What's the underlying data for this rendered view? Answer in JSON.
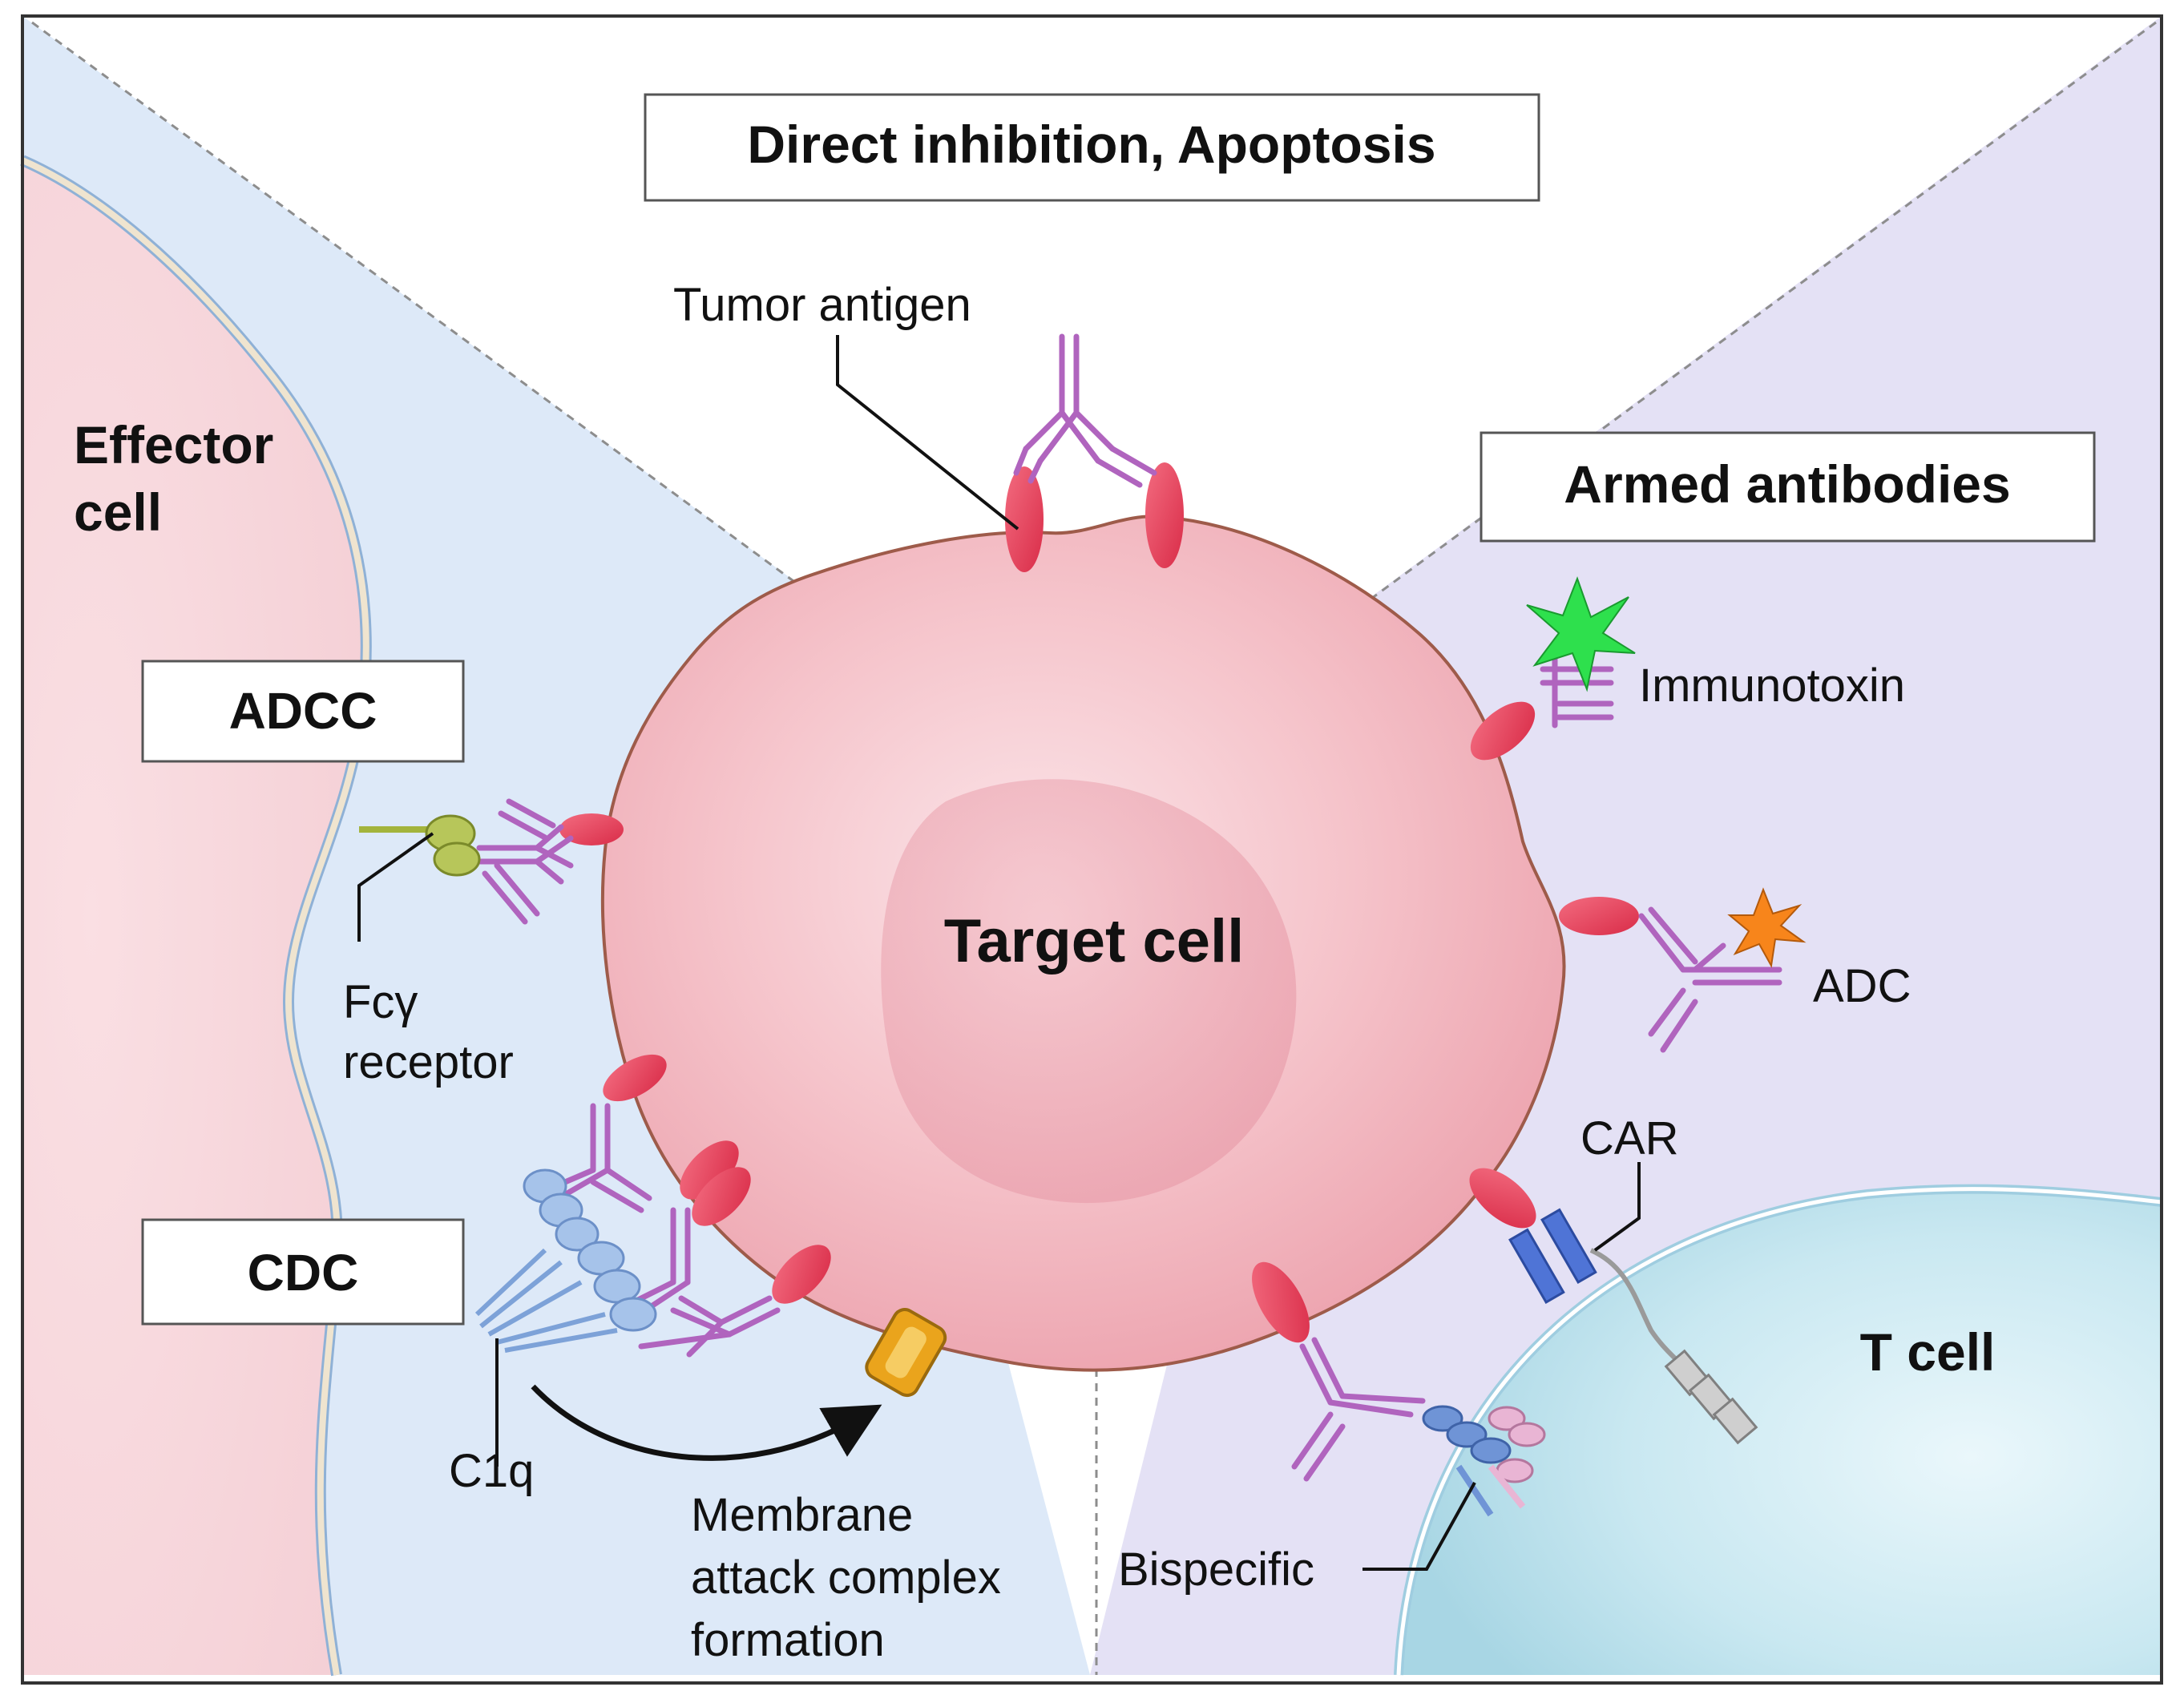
{
  "sections": {
    "direct": {
      "title": "Direct inhibition, Apoptosis"
    },
    "armed": {
      "title": "Armed antibodies"
    },
    "adcc": {
      "title": "ADCC"
    },
    "cdc": {
      "title": "CDC"
    }
  },
  "cells": {
    "effector": {
      "line1": "Effector",
      "line2": "cell"
    },
    "target": {
      "label": "Target cell"
    },
    "tcell": {
      "label": "T cell"
    }
  },
  "labels": {
    "tumor_antigen": "Tumor antigen",
    "fc_receptor_line1": "Fcγ",
    "fc_receptor_line2": "receptor",
    "c1q": "C1q",
    "mac_line1": "Membrane",
    "mac_line2": "attack complex",
    "mac_line3": "formation",
    "immunotoxin": "Immunotoxin",
    "adc": "ADC",
    "car": "CAR",
    "bispecific": "Bispecific"
  },
  "colors": {
    "effector_fill": "#f6d8dc",
    "direct_bg": "#ffffff",
    "cdc_bg": "#dfeaf7",
    "armed_bg": "#e4e2f4",
    "target_cell": "#f2b6bf",
    "target_nucleus": "#ecaab5",
    "antigen": "#e8415b",
    "antibody": "#b463c0",
    "tcell": "#c5e6f0",
    "toxin": "#2ee04d",
    "drug": "#f7851b",
    "c1q": "#9ab9e6",
    "fc_receptor": "#a3b43c",
    "mac": "#e8a51a",
    "car": "#4f74d6"
  }
}
